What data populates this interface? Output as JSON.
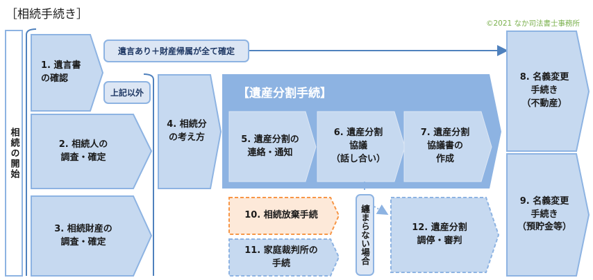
{
  "title": "［相続手続き］",
  "copyright": "©2021 なか司法書士事務所",
  "start_label": "相続の開始",
  "condition_will": "遺言あり＋財産帰属が全て確定",
  "condition_other": "上記以外",
  "condition_fail": "纏まらない場合",
  "division_title": "【遺産分割手続】",
  "steps": [
    {
      "label": "1. 遺言書\nの確認"
    },
    {
      "label": "2. 相続人の\n調査・確定"
    },
    {
      "label": "3. 相続財産の\n調査・確定"
    },
    {
      "label": "4. 相続分\nの考え方"
    },
    {
      "label": "5. 遺産分割の\n連絡・通知"
    },
    {
      "label": "6. 遺産分割\n協議\n（話し合い）"
    },
    {
      "label": "7. 遺産分割\n協議書の\n作成"
    },
    {
      "label": "8. 名義変更\n手続き\n（不動産）"
    },
    {
      "label": "9. 名義変更\n手続き\n（預貯金等）"
    },
    {
      "label": "10. 相続放棄手続"
    },
    {
      "label": "11. 家庭裁判所の\n手続"
    },
    {
      "label": "12. 遺産分割\n調停・審判"
    }
  ],
  "colors": {
    "fill": "#c6d9f0",
    "border": "#8db3e2",
    "block": "#8db3e2",
    "orange_fill": "#fde9d9",
    "orange_border": "#f79646",
    "arrow": "#4f81bd",
    "green": "#7ab04c"
  }
}
